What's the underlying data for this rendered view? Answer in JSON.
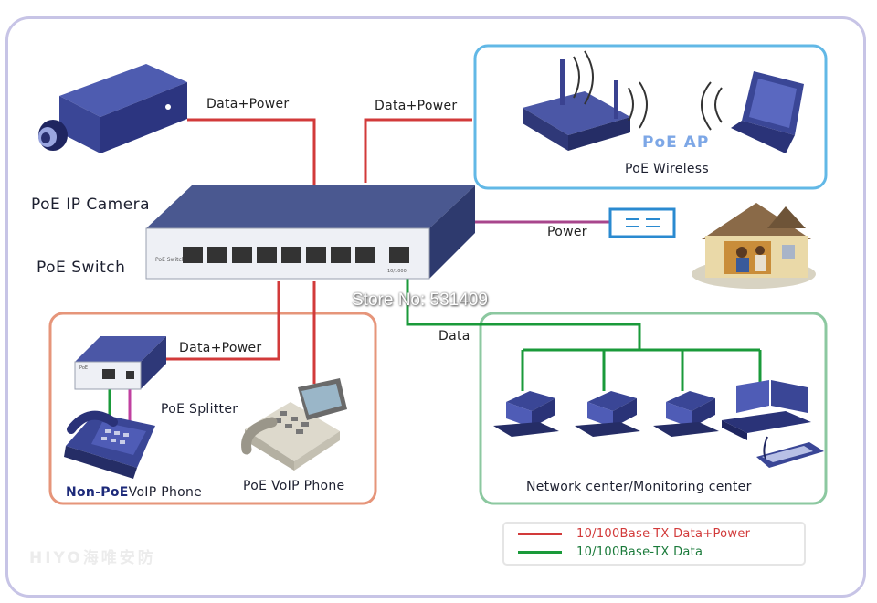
{
  "labels": {
    "camera_link": "Data+Power",
    "ap_link": "Data+Power",
    "splitter_link": "Data+Power",
    "power_link": "Power",
    "data_link": "Data",
    "camera": "PoE IP Camera",
    "switch": "PoE Switch",
    "ap_title": "PoE AP",
    "ap_subtitle": "PoE Wireless",
    "splitter": "PoE  Splitter",
    "non_poe_prefix": "Non-PoE",
    "non_poe_suffix": "VoIP Phone",
    "poe_phone": "PoE VoIP Phone",
    "network_center": "Network center/Monitoring center",
    "switch_panel_label": "PoE Switch",
    "switch_port_label": "10/1000",
    "splitter_panel_label": "PoE"
  },
  "watermark": "Store No: 531409",
  "brand": "HIYO海唯安防",
  "legend": [
    {
      "text": "10/100Base-TX Data+Power",
      "color": "#d23a3a"
    },
    {
      "text": "10/100Base-TX Data",
      "color": "#1a9a3a"
    }
  ],
  "colors": {
    "power_line": "#d23a3a",
    "data_line": "#1a9a3a",
    "dc_line": "#a8468c",
    "box_wireless": "#62b8e6",
    "box_phones": "#e6957a",
    "box_network": "#8cc8a0",
    "device_blue": "#3a4a9a",
    "frame": "#c7c4e6"
  },
  "icons": [
    "ip-camera-icon",
    "poe-switch-icon",
    "wireless-router-icon",
    "laptop-icon",
    "dc-adapter-icon",
    "house-icon",
    "poe-splitter-icon",
    "desk-phone-icon",
    "ip-phone-icon",
    "desktop-computer-icon",
    "monitoring-console-icon"
  ]
}
